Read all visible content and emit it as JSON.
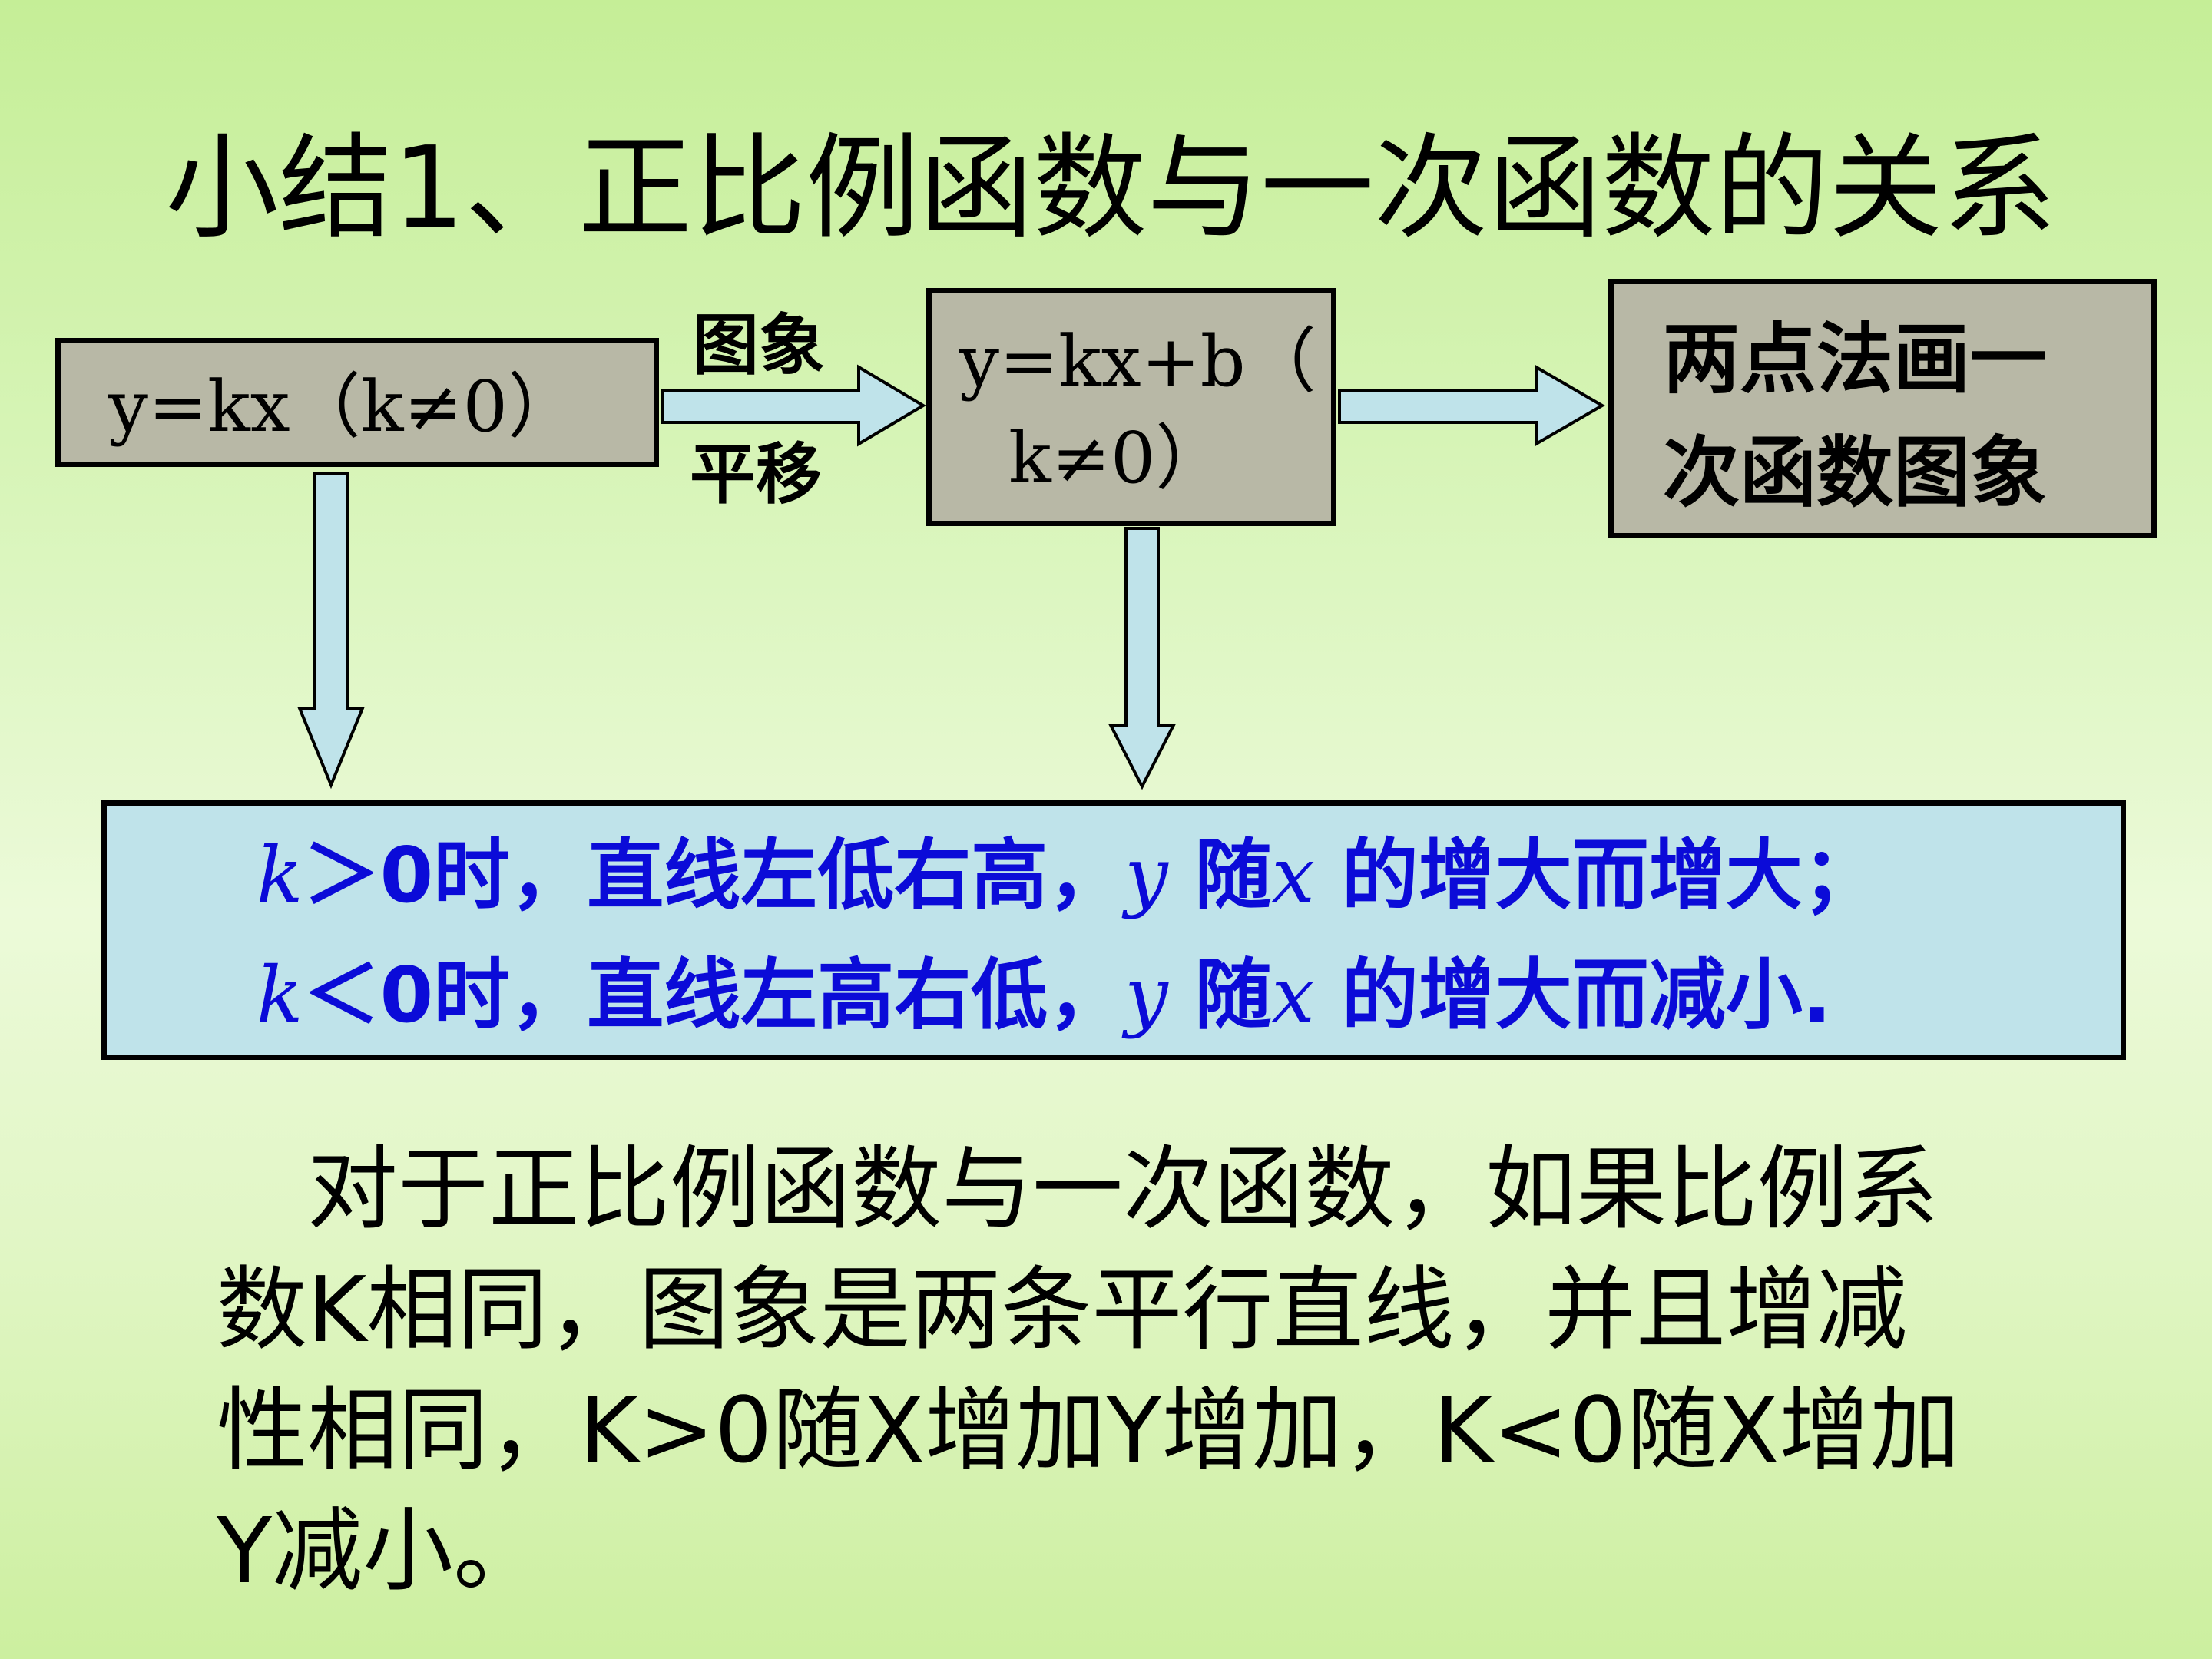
{
  "title": "小结1、正比例函数与一次函数的关系",
  "diagram": {
    "box1": {
      "formula": "y=kx（k≠0）"
    },
    "box2": {
      "line1": "y=kx+b（",
      "line2": "k≠0）"
    },
    "box3": {
      "line1": "两点法画一",
      "line2": "次函数图象"
    },
    "arrow_label_top": "图象",
    "arrow_label_bottom": "平移"
  },
  "conclusion": {
    "row1": {
      "k": "k",
      "rel": "＞0时，直线左低右高，",
      "y": "y",
      "sui": " 随",
      "x": "x",
      "rest": " 的增大而增大；"
    },
    "row2": {
      "k": "k",
      "rel": "＜0时，直线左高右低，",
      "y": "y",
      "sui": " 随",
      "x": "x",
      "rest": " 的增大而减小."
    }
  },
  "paragraph": {
    "line1": "　对于正比例函数与一次函数，如果比例系",
    "line2": "数K相同，图象是两条平行直线，并且增减",
    "line3": "性相同，K>0随X增加Y增加，K<0随X增加",
    "line4": "Y减小。"
  },
  "colors": {
    "box_fill": "#b8b8a6",
    "arrow_fill": "#bfe3ea",
    "conclusion_text": "#0b0bd8",
    "conclusion_fill": "#bfe3ea"
  }
}
